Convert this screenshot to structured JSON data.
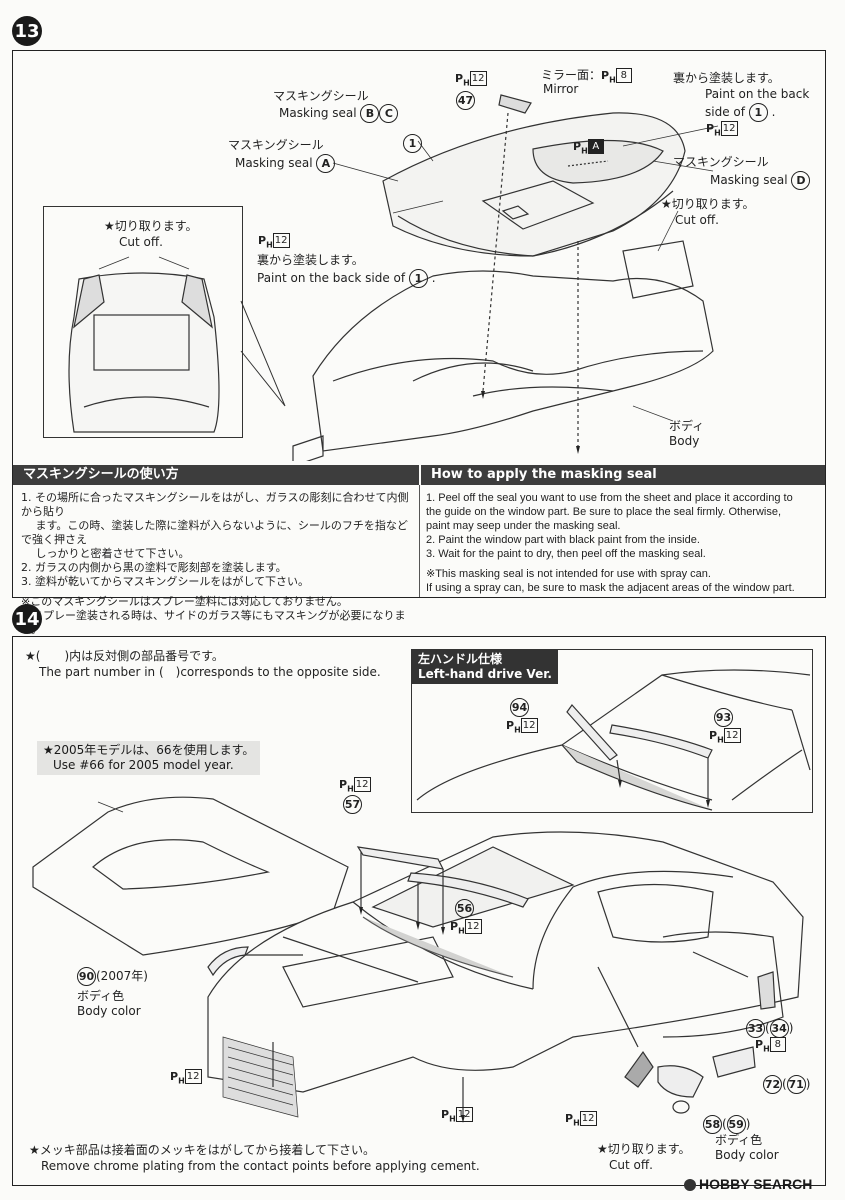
{
  "steps": {
    "s13": "13",
    "s14": "14"
  },
  "step13": {
    "callouts": {
      "mirror_surface": "ミラー面：",
      "mirror_ref": "8",
      "mirror": "Mirror",
      "part47": "47",
      "ref12": "12",
      "paint_back_jp": "裏から塗装します。",
      "paint_back_en1": "Paint on the back",
      "paint_back_en2": "side of",
      "part1": "1",
      "mask_seal_jp": "マスキングシール",
      "mask_seal_en": "Masking seal",
      "seal_b": "B",
      "seal_c": "C",
      "seal_a": "A",
      "seal_d": "D",
      "ref_a_dark": "A",
      "cut_off_jp": "★切り取ります。",
      "cut_off_en": "Cut off.",
      "paint_back_full_en": "Paint on the back side of",
      "body_jp": "ボディ",
      "body_en": "Body",
      "ph": "P"
    },
    "inset": {
      "cut_off_jp": "★切り取ります。",
      "cut_off_en": "Cut off."
    },
    "howto": {
      "jp_title": "マスキングシールの使い方",
      "en_title": "How to apply the masking seal",
      "jp_items": [
        "1. その場所に合ったマスキングシールをはがし、ガラスの彫刻に合わせて内側から貼り",
        "　 ます。この時、塗装した際に塗料が入らないように、シールのフチを指などで強く押さえ",
        "　 しっかりと密着させて下さい。",
        "2. ガラスの内側から黒の塗料で彫刻部を塗装します。",
        "3. 塗料が乾いてからマスキングシールをはがして下さい。"
      ],
      "jp_note": [
        "※このマスキングシールはスプレー塗料には対応しておりません。",
        "　スプレー塗装される時は、サイドのガラス等にもマスキングが必要になります。"
      ],
      "en_items": [
        "1.  Peel off the seal you want to use from the sheet and place it according to",
        "     the guide on the window part. Be sure to place the seal firmly. Otherwise,",
        "     paint may seep under the masking seal.",
        "2.  Paint the window part with black paint from the inside.",
        "3.  Wait for the paint to dry, then peel off the masking seal."
      ],
      "en_note": [
        "※This masking seal is not intended for use with spray can.",
        "   If using a spray can, be sure to mask the adjacent areas of the window part."
      ]
    }
  },
  "step14": {
    "opposite_jp": "★(　　)内は反対側の部品番号です。",
    "opposite_en": "The part number in (　)corresponds to the opposite side.",
    "lhd_jp": "左ハンドル仕様",
    "lhd_en": "Left-hand drive Ver.",
    "model2005_jp": "★2005年モデルは、66を使用します。",
    "model2005_en": "Use #66 for 2005 model year.",
    "parts": {
      "p94": "94",
      "p93": "93",
      "p57": "57",
      "p56": "56",
      "p90": "90",
      "p90_year": "(2007年)",
      "p33": "33",
      "p34": "34",
      "p72": "72",
      "p71": "71",
      "p58": "58",
      "p59": "59",
      "ref12": "12",
      "ref8": "8"
    },
    "body_color_jp": "ボディ色",
    "body_color_en": "Body color",
    "cut_off_jp": "★切り取ります。",
    "cut_off_en": "Cut off.",
    "chrome_jp": "★メッキ部品は接着面のメッキをはがしてから接着して下さい。",
    "chrome_en": "Remove chrome plating from the contact points before applying cement."
  },
  "watermark": "HOBBY SEARCH"
}
